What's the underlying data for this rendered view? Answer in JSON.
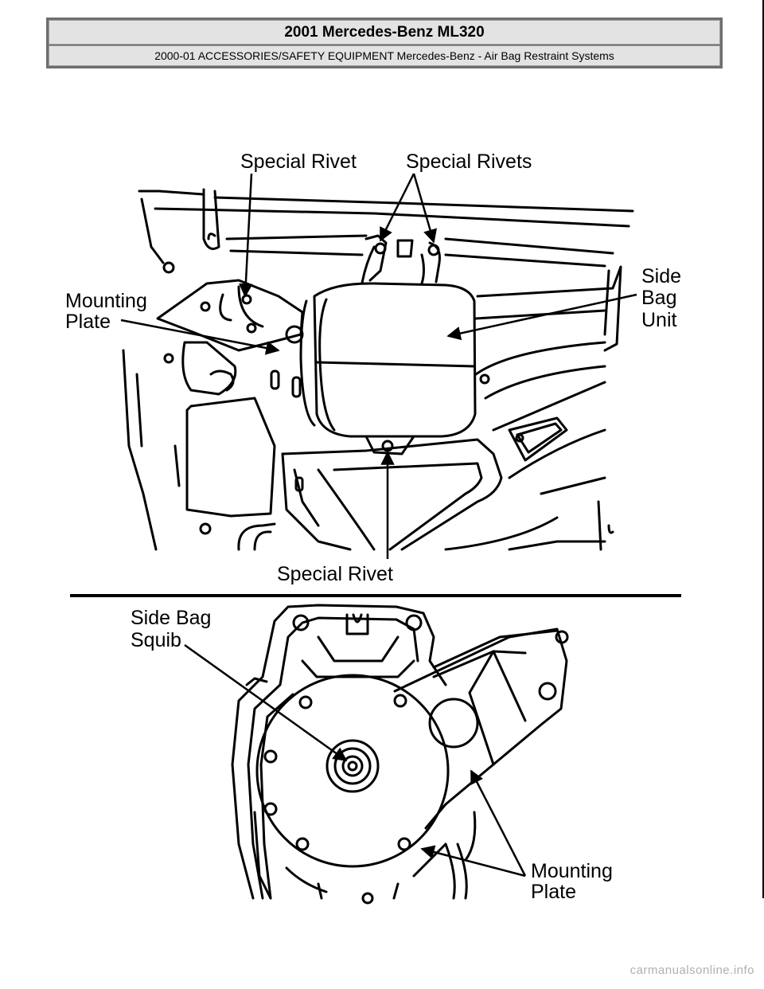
{
  "header": {
    "title": "2001 Mercedes-Benz ML320",
    "subtitle": "2000-01 ACCESSORIES/SAFETY EQUIPMENT Mercedes-Benz - Air Bag Restraint Systems"
  },
  "top_diagram": {
    "label_special_rivet_top": "Special Rivet",
    "label_special_rivets": "Special Rivets",
    "label_mounting": "Mounting",
    "label_plate": "Plate",
    "label_side": "Side",
    "label_bag": "Bag",
    "label_unit": "Unit",
    "label_special_rivet_bottom": "Special Rivet"
  },
  "bottom_diagram": {
    "label_side_bag": "Side Bag",
    "label_squib": "Squib",
    "label_mounting": "Mounting",
    "label_plate": "Plate"
  },
  "watermark": "carmanualsonline.info"
}
